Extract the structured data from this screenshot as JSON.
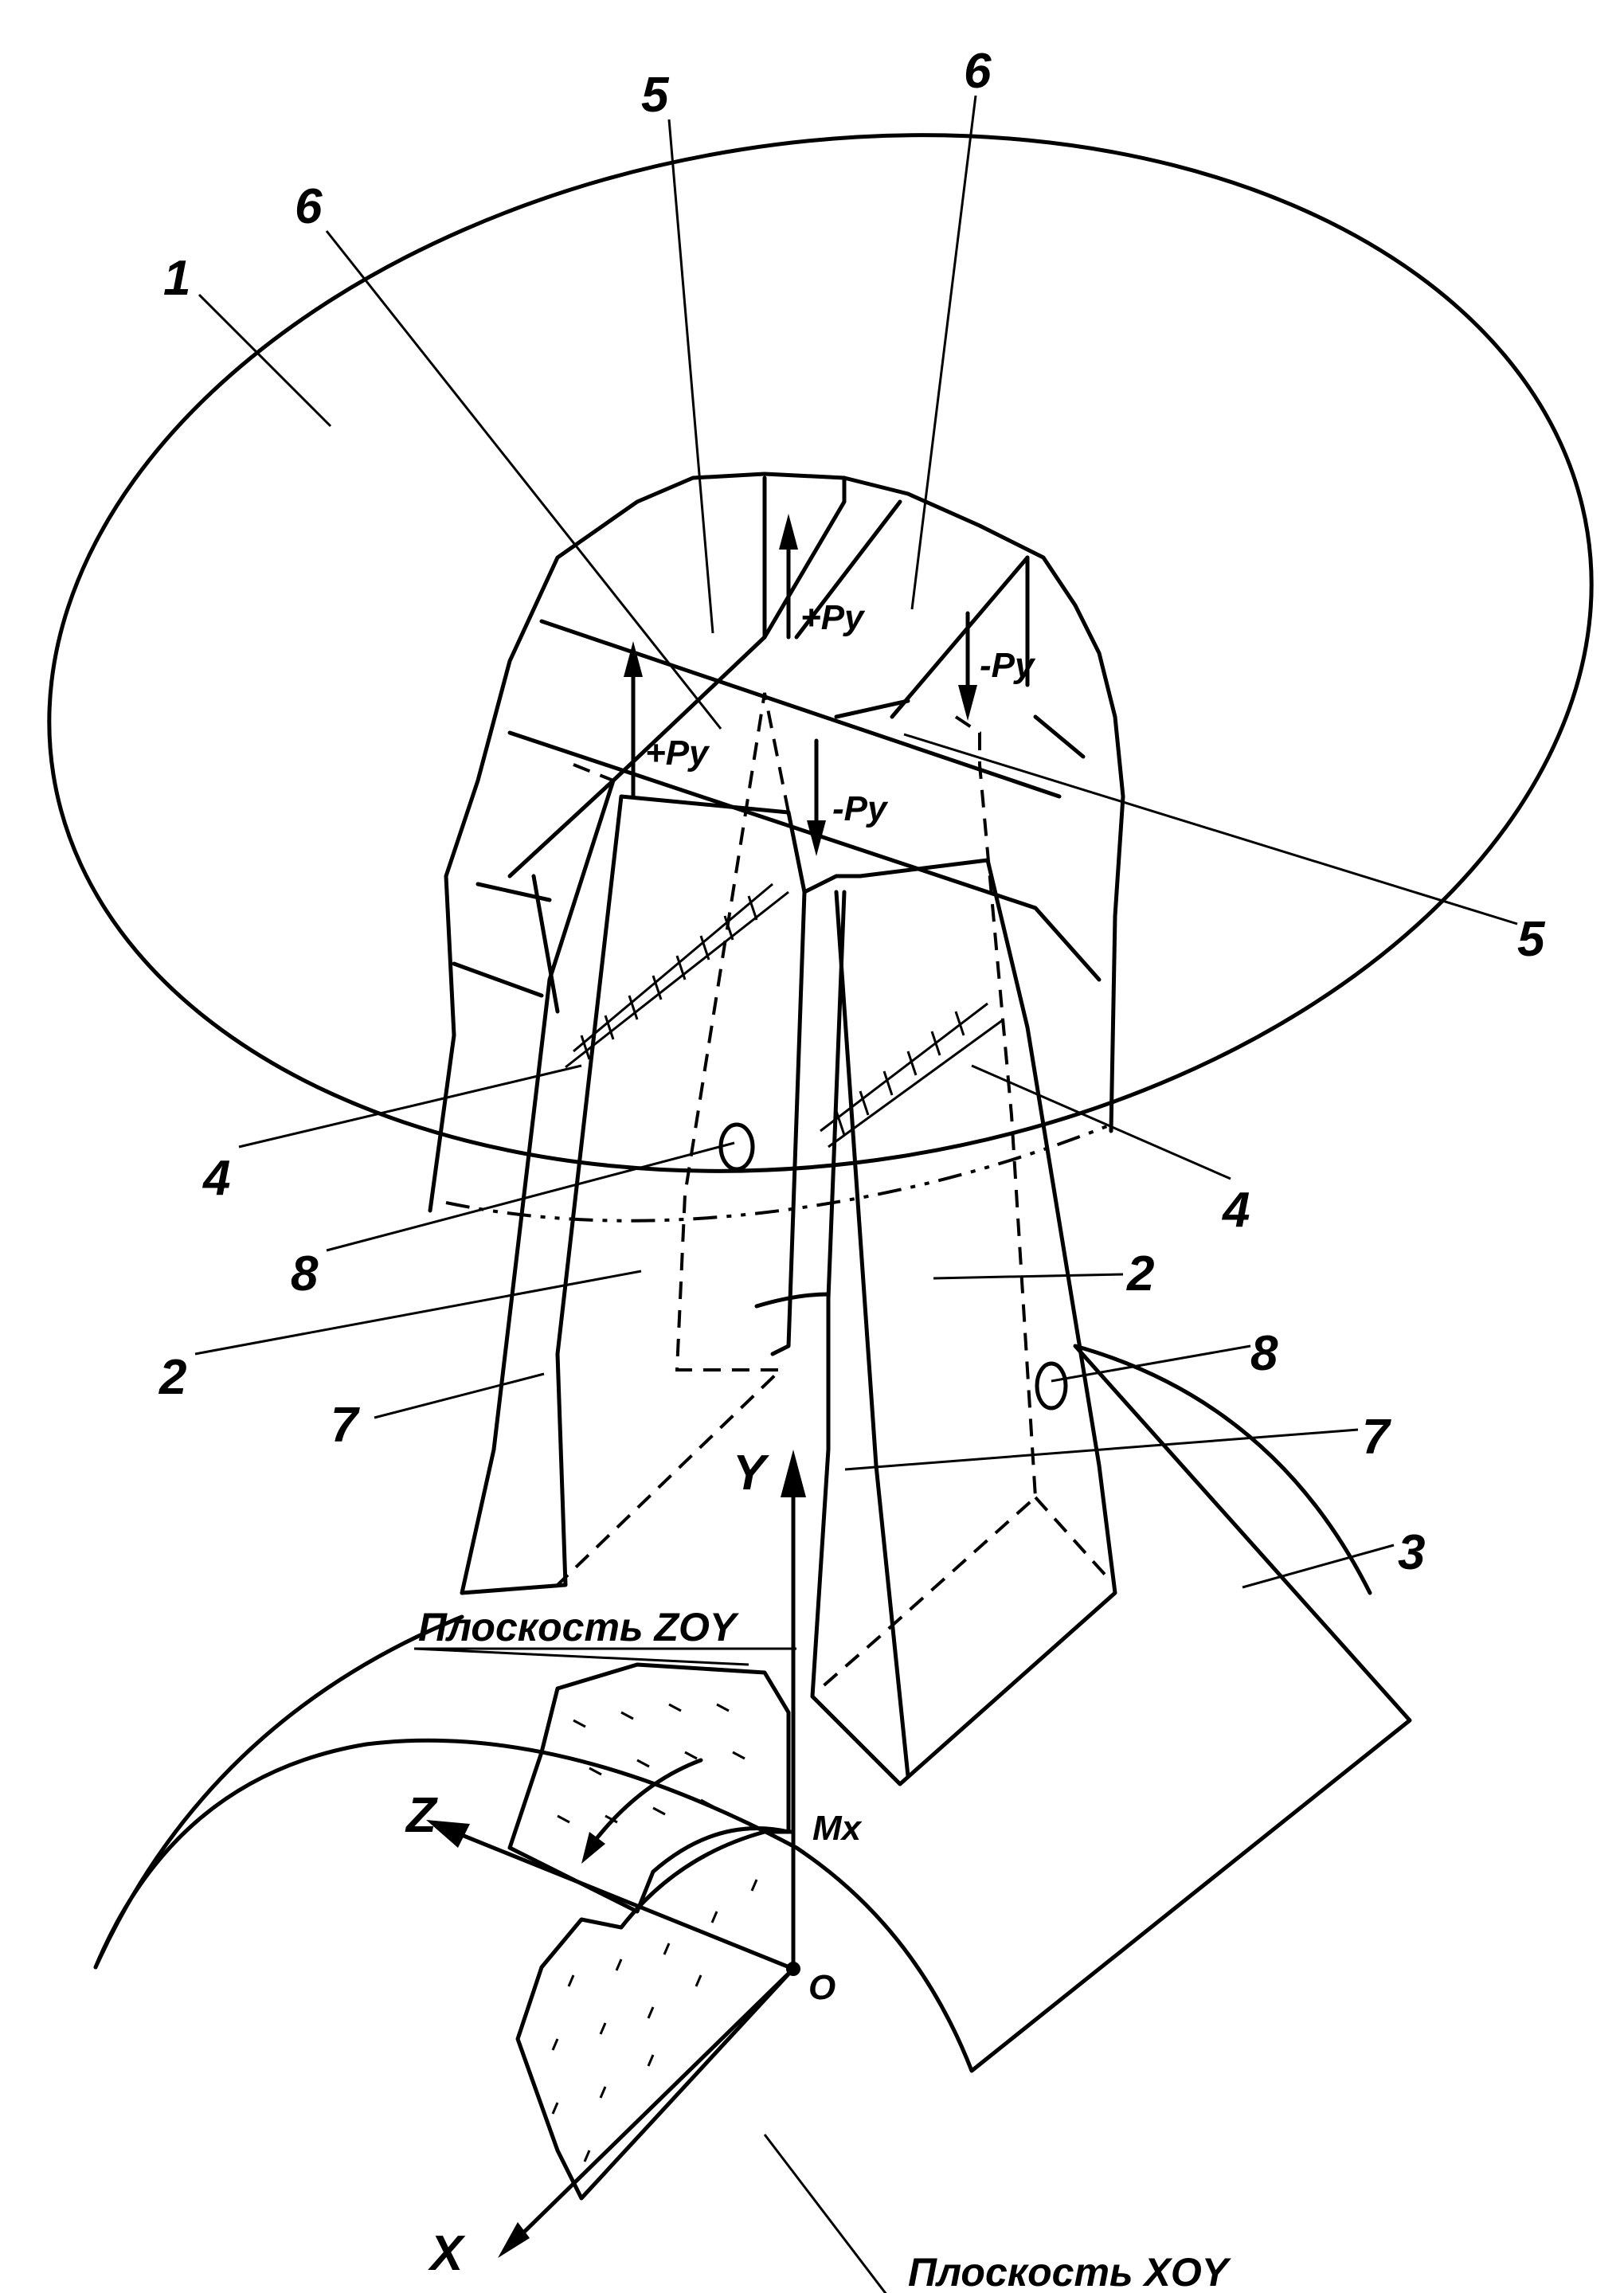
{
  "labels": {
    "l1": "1",
    "l2a": "2",
    "l2b": "2",
    "l3": "3",
    "l4a": "4",
    "l4b": "4",
    "l5a": "5",
    "l5b": "5",
    "l6a": "6",
    "l6b": "6",
    "l7a": "7",
    "l7b": "7",
    "l8a": "8",
    "l8b": "8"
  },
  "forces": {
    "plus_py_1": "+Py",
    "plus_py_2": "+Py",
    "minus_py_1": "-Py",
    "minus_py_2": "-Py"
  },
  "axes": {
    "y": "Y",
    "z": "Z",
    "x": "X",
    "origin": "O",
    "moment": "Mx"
  },
  "planes": {
    "zoy": "Плоскость ZOY",
    "xoy": "Плоскость XOY"
  }
}
